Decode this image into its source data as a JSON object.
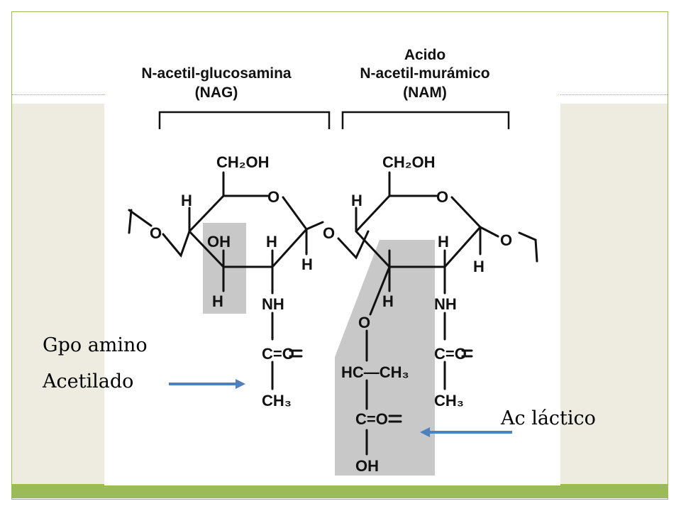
{
  "figure": {
    "header_left": [
      "N-acetil-glucosamina",
      "(NAG)"
    ],
    "header_right": [
      "Acido",
      "N-acetil-murámico",
      "(NAM)"
    ],
    "atoms": {
      "ch2oh": "CH₂OH",
      "o": "O",
      "h": "H",
      "oh": "OH",
      "nh": "NH",
      "c_eq_o": "C=O",
      "ch3": "CH₃",
      "hc_ch3": "HC—CH₃"
    }
  },
  "labels": {
    "gpo_amino": "Gpo amino",
    "acetilado": "Acetilado",
    "ac_lactico": "Ac láctico"
  },
  "colors": {
    "accent_green": "#9bbb59",
    "body_bg": "#eeece1",
    "arrow_blue": "#4f81bd",
    "highlight_gray": "#c8c8c8"
  }
}
